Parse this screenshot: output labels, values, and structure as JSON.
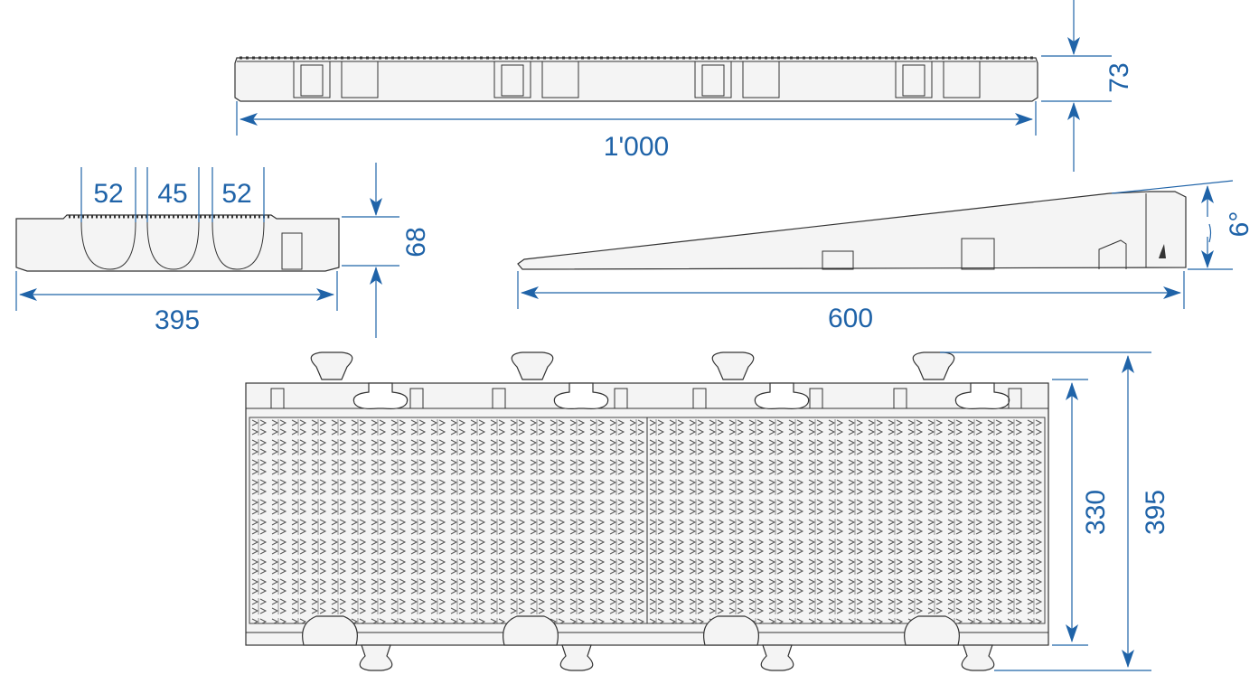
{
  "colors": {
    "dimension": "#1f63a8",
    "outline": "#333333",
    "fill": "#f4f4f4"
  },
  "dimensions": {
    "top_length": "1'000",
    "top_height": "73",
    "end_width": "395",
    "end_height": "68",
    "channel_1": "52",
    "channel_2": "45",
    "channel_3": "52",
    "ramp_length": "600",
    "ramp_angle": "6°",
    "plan_inner_width": "330",
    "plan_outer_width": "395"
  }
}
